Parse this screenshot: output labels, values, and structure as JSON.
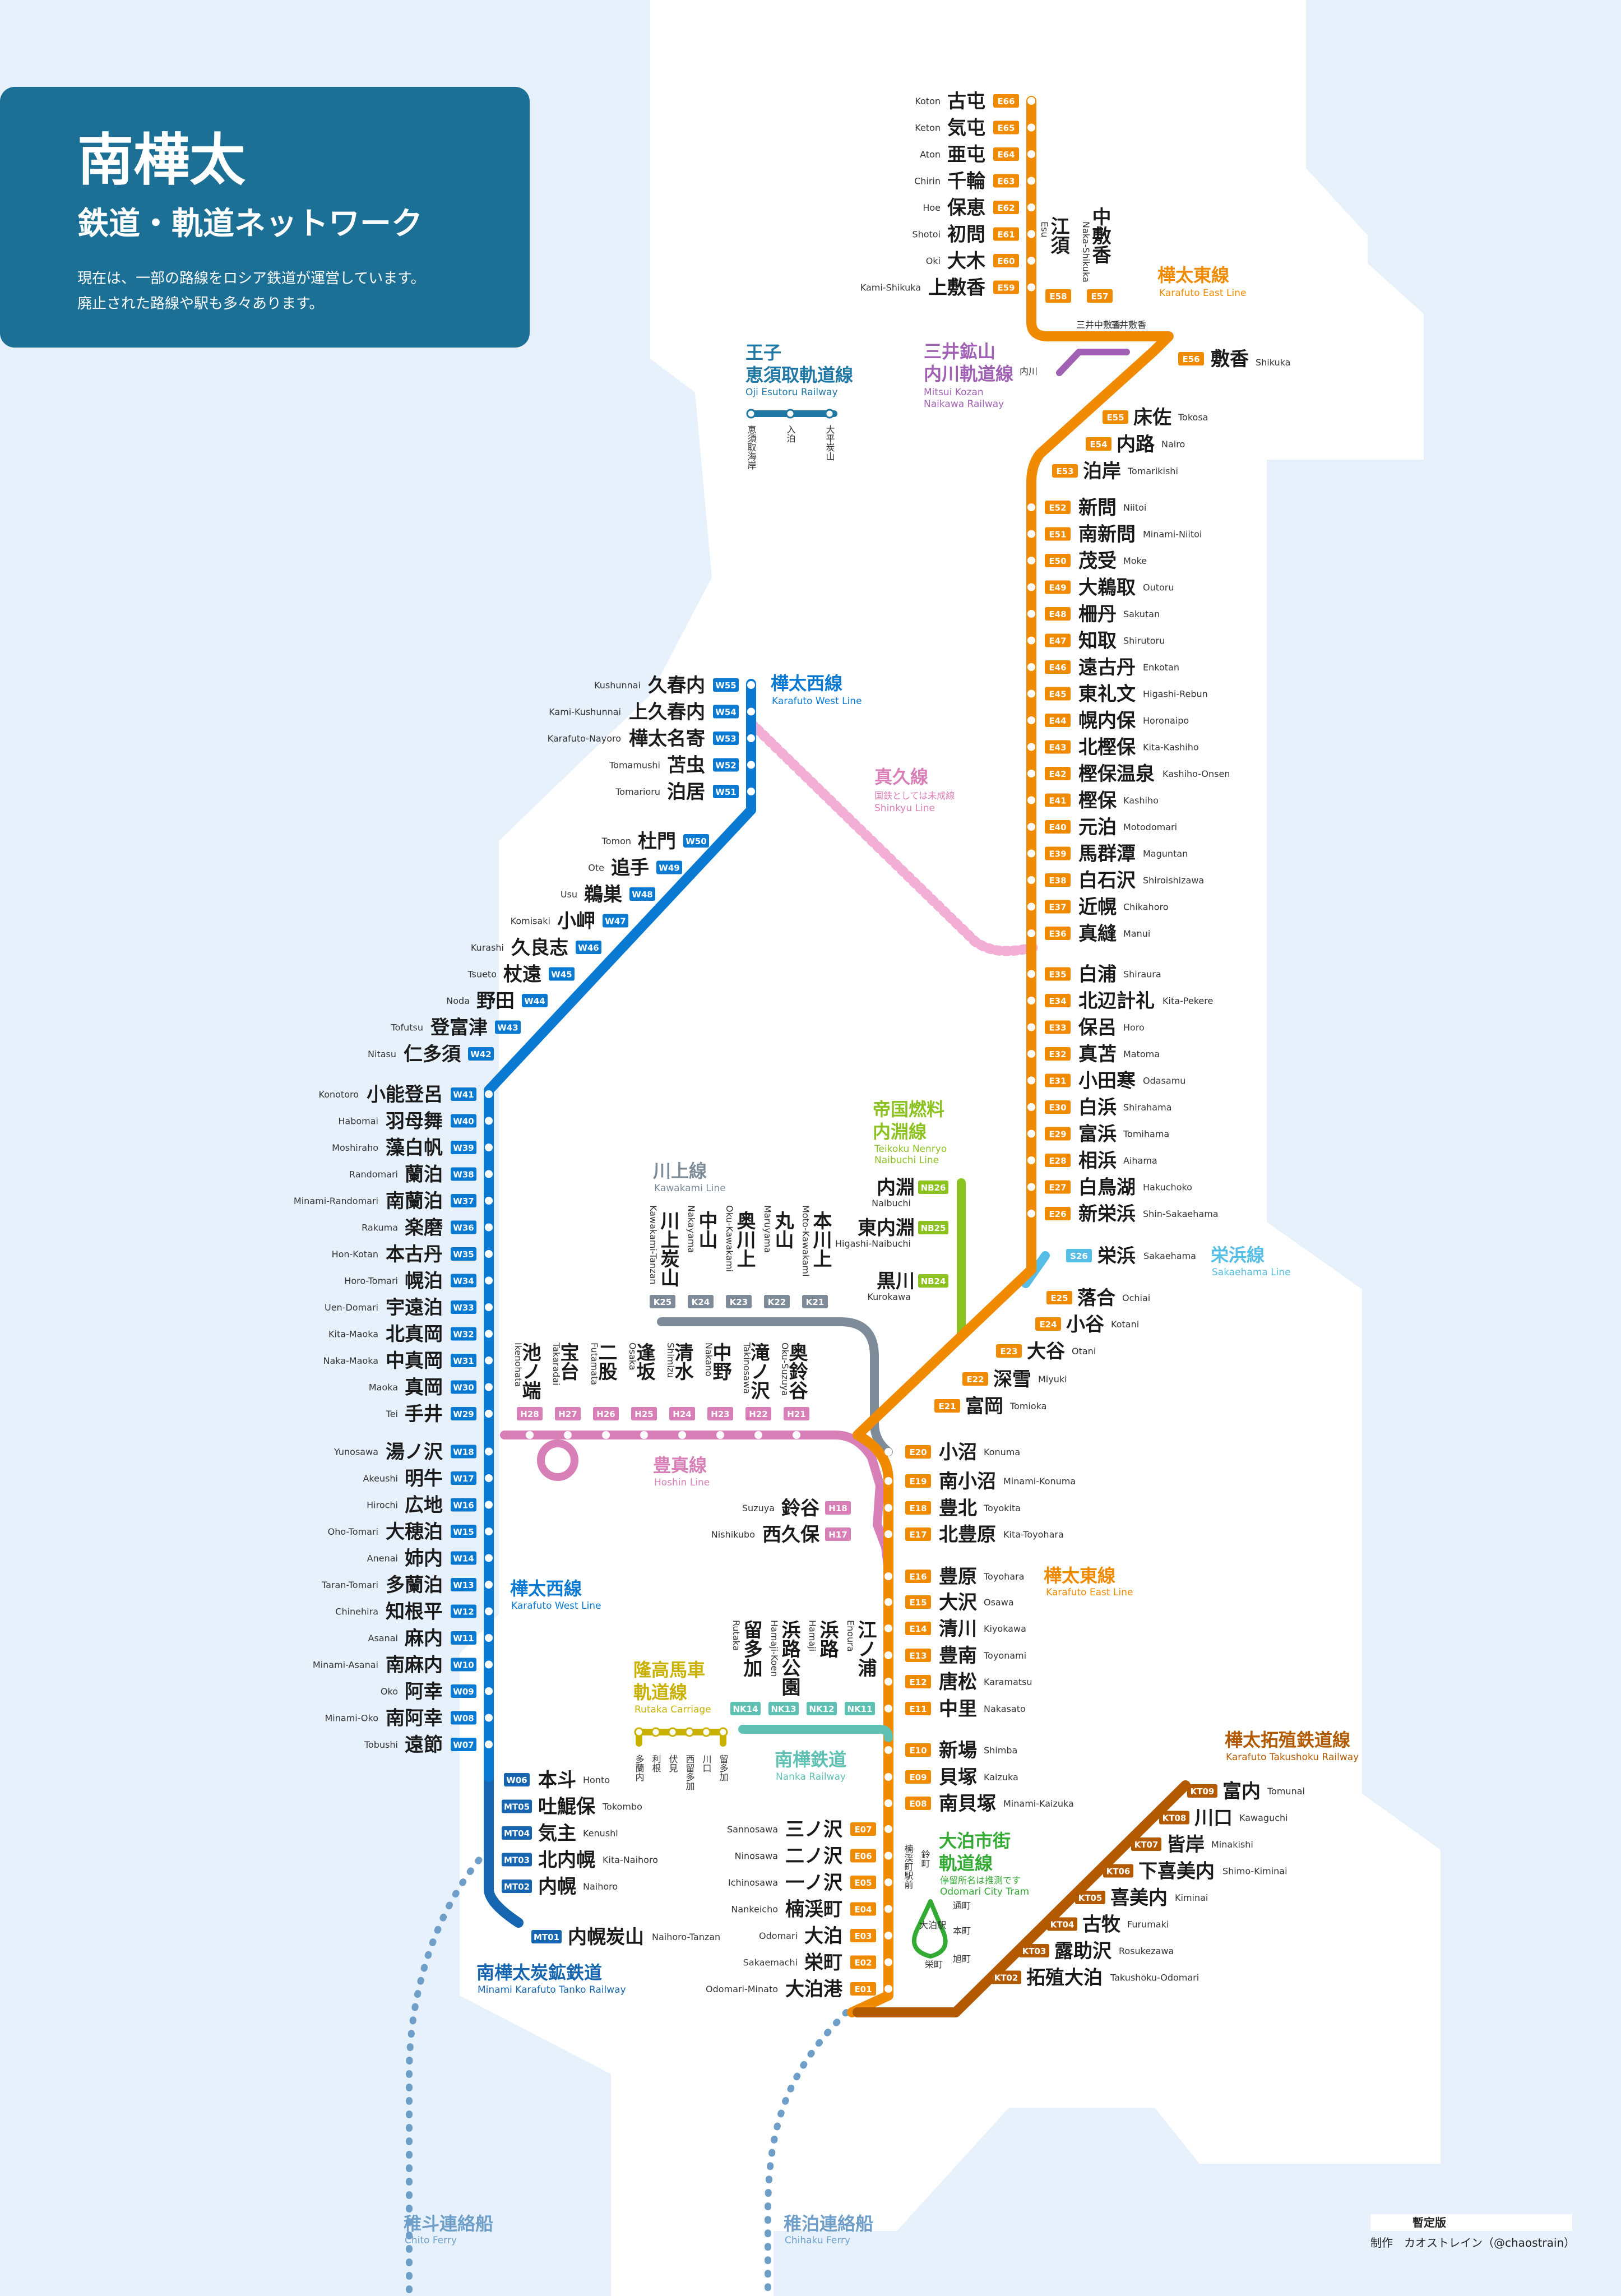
{
  "title": {
    "main": "南樺太",
    "sub": "鉄道・軌道ネットワーク",
    "note1": "現在は、一部の路線をロシア鉄道が運営しています。",
    "note2": "廃止された路線や駅も多々あります。"
  },
  "colors": {
    "land": "#ffffff",
    "sea": "#e6f1fb",
    "east": "#f08a00",
    "west": "#0a79d2",
    "takushoku": "#b35a00",
    "hoshin": "#d77fb6",
    "kawakami": "#7d8c98",
    "naibuchi": "#8cc21f",
    "sakaehama": "#55bde6",
    "rutaka": "#c9b100",
    "nanka": "#5fc1b3",
    "mitsui": "#a060b4",
    "oji": "#1f77a4",
    "tanko": "#1565b0",
    "tram": "#33aa33",
    "ferry": "#6f9fc9"
  },
  "lines": {
    "east_top": {
      "jp": "樺太東線",
      "en": "Karafuto East Line"
    },
    "east_bottom": {
      "jp": "樺太東線",
      "en": "Karafuto East Line"
    },
    "west_top": {
      "jp": "樺太西線",
      "en": "Karafuto West Line"
    },
    "west_bottom": {
      "jp": "樺太西線",
      "en": "Karafuto West Line"
    },
    "shinkyu": {
      "jp": "真久線",
      "sub": "国鉄としては未成線",
      "en": "Shinkyu Line"
    },
    "mitsui": {
      "jp1": "三井鉱山",
      "jp2": "内川軌道線",
      "en1": "Mitsui Kozan",
      "en2": "Naikawa Railway"
    },
    "oji": {
      "jp1": "王子",
      "jp2": "恵須取軌道線",
      "en": "Oji Esutoru Railway"
    },
    "naibuchi": {
      "jp1": "帝国燃料",
      "jp2": "内淵線",
      "en1": "Teikoku Nenryo",
      "en2": "Naibuchi Line"
    },
    "kawakami": {
      "jp": "川上線",
      "en": "Kawakami Line"
    },
    "sakaehama": {
      "jp": "栄浜線",
      "en": "Sakaehama Line"
    },
    "hoshin": {
      "jp": "豊真線",
      "en": "Hoshin Line"
    },
    "rutaka": {
      "jp1": "隆高馬車",
      "jp2": "軌道線",
      "en": "Rutaka Carriage"
    },
    "nanka": {
      "jp": "南樺鉄道",
      "en": "Nanka Railway"
    },
    "takushoku": {
      "jp": "樺太拓殖鉄道線",
      "en": "Karafuto Takushoku Railway"
    },
    "tanko": {
      "jp": "南樺太炭鉱鉄道",
      "en": "Minami Karafuto Tanko Railway"
    },
    "tram": {
      "jp1": "大泊市街",
      "jp2": "軌道線",
      "sub": "停留所名は推測です",
      "en": "Odomari City Tram"
    },
    "chito": {
      "jp": "稚斗連絡船",
      "en": "Chito Ferry"
    },
    "chihaku": {
      "jp": "稚泊連絡船",
      "en": "Chihaku Ferry"
    }
  },
  "east_north": [
    {
      "code": "E66",
      "jp": "古屯",
      "en": "Koton"
    },
    {
      "code": "E65",
      "jp": "気屯",
      "en": "Keton"
    },
    {
      "code": "E64",
      "jp": "亜屯",
      "en": "Aton"
    },
    {
      "code": "E63",
      "jp": "千輪",
      "en": "Chirin"
    },
    {
      "code": "E62",
      "jp": "保恵",
      "en": "Hoe"
    },
    {
      "code": "E61",
      "jp": "初問",
      "en": "Shotoi"
    },
    {
      "code": "E60",
      "jp": "大木",
      "en": "Oki"
    },
    {
      "code": "E59",
      "jp": "上敷香",
      "en": "Kami-Shikuka"
    }
  ],
  "east_vertical": [
    {
      "code": "E58",
      "jp": "江須",
      "en": "Esu"
    },
    {
      "code": "E57",
      "jp": "中敷香",
      "en": "Naka-Shikuka"
    }
  ],
  "east_main": [
    {
      "code": "E56",
      "jp": "敷香",
      "en": "Shikuka"
    },
    {
      "code": "E55",
      "jp": "床佐",
      "en": "Tokosa"
    },
    {
      "code": "E54",
      "jp": "内路",
      "en": "Nairo"
    },
    {
      "code": "E53",
      "jp": "泊岸",
      "en": "Tomarikishi"
    },
    {
      "code": "E52",
      "jp": "新問",
      "en": "Niitoi"
    },
    {
      "code": "E51",
      "jp": "南新問",
      "en": "Minami-Niitoi"
    },
    {
      "code": "E50",
      "jp": "茂受",
      "en": "Moke"
    },
    {
      "code": "E49",
      "jp": "大鵜取",
      "en": "Outoru"
    },
    {
      "code": "E48",
      "jp": "柵丹",
      "en": "Sakutan"
    },
    {
      "code": "E47",
      "jp": "知取",
      "en": "Shirutoru"
    },
    {
      "code": "E46",
      "jp": "遠古丹",
      "en": "Enkotan"
    },
    {
      "code": "E45",
      "jp": "東礼文",
      "en": "Higashi-Rebun"
    },
    {
      "code": "E44",
      "jp": "幌内保",
      "en": "Horonaipo"
    },
    {
      "code": "E43",
      "jp": "北樫保",
      "en": "Kita-Kashiho"
    },
    {
      "code": "E42",
      "jp": "樫保温泉",
      "en": "Kashiho-Onsen"
    },
    {
      "code": "E41",
      "jp": "樫保",
      "en": "Kashiho"
    },
    {
      "code": "E40",
      "jp": "元泊",
      "en": "Motodomari"
    },
    {
      "code": "E39",
      "jp": "馬群潭",
      "en": "Maguntan"
    },
    {
      "code": "E38",
      "jp": "白石沢",
      "en": "Shiroishizawa"
    },
    {
      "code": "E37",
      "jp": "近幌",
      "en": "Chikahoro"
    },
    {
      "code": "E36",
      "jp": "真縫",
      "en": "Manui"
    },
    {
      "code": "E35",
      "jp": "白浦",
      "en": "Shiraura"
    },
    {
      "code": "E34",
      "jp": "北辺計礼",
      "en": "Kita-Pekere"
    },
    {
      "code": "E33",
      "jp": "保呂",
      "en": "Horo"
    },
    {
      "code": "E32",
      "jp": "真苫",
      "en": "Matoma"
    },
    {
      "code": "E31",
      "jp": "小田寒",
      "en": "Odasamu"
    },
    {
      "code": "E30",
      "jp": "白浜",
      "en": "Shirahama"
    },
    {
      "code": "E29",
      "jp": "富浜",
      "en": "Tomihama"
    },
    {
      "code": "E28",
      "jp": "相浜",
      "en": "Aihama"
    },
    {
      "code": "E27",
      "jp": "白鳥湖",
      "en": "Hakuchoko"
    },
    {
      "code": "E26",
      "jp": "新栄浜",
      "en": "Shin-Sakaehama"
    }
  ],
  "east_south": [
    {
      "code": "E25",
      "jp": "落合",
      "en": "Ochiai"
    },
    {
      "code": "E24",
      "jp": "小谷",
      "en": "Kotani"
    },
    {
      "code": "E23",
      "jp": "大谷",
      "en": "Otani"
    },
    {
      "code": "E22",
      "jp": "深雪",
      "en": "Miyuki"
    },
    {
      "code": "E21",
      "jp": "富岡",
      "en": "Tomioka"
    }
  ],
  "east_lower": [
    {
      "code": "E20",
      "jp": "小沼",
      "en": "Konuma"
    },
    {
      "code": "E19",
      "jp": "南小沼",
      "en": "Minami-Konuma"
    },
    {
      "code": "E18",
      "jp": "豊北",
      "en": "Toyokita"
    },
    {
      "code": "E17",
      "jp": "北豊原",
      "en": "Kita-Toyohara"
    },
    {
      "code": "E16",
      "jp": "豊原",
      "en": "Toyohara"
    },
    {
      "code": "E15",
      "jp": "大沢",
      "en": "Osawa"
    },
    {
      "code": "E14",
      "jp": "清川",
      "en": "Kiyokawa"
    },
    {
      "code": "E13",
      "jp": "豊南",
      "en": "Toyonami"
    },
    {
      "code": "E12",
      "jp": "唐松",
      "en": "Karamatsu"
    },
    {
      "code": "E11",
      "jp": "中里",
      "en": "Nakasato"
    },
    {
      "code": "E10",
      "jp": "新場",
      "en": "Shimba"
    },
    {
      "code": "E09",
      "jp": "貝塚",
      "en": "Kaizuka"
    },
    {
      "code": "E08",
      "jp": "南貝塚",
      "en": "Minami-Kaizuka"
    }
  ],
  "east_end": [
    {
      "code": "E07",
      "jp": "三ノ沢",
      "en": "Sannosawa"
    },
    {
      "code": "E06",
      "jp": "二ノ沢",
      "en": "Ninosawa"
    },
    {
      "code": "E05",
      "jp": "一ノ沢",
      "en": "Ichinosawa"
    },
    {
      "code": "E04",
      "jp": "楠渓町",
      "en": "Nankeicho"
    },
    {
      "code": "E03",
      "jp": "大泊",
      "en": "Odomari"
    },
    {
      "code": "E02",
      "jp": "栄町",
      "en": "Sakaemachi"
    },
    {
      "code": "E01",
      "jp": "大泊港",
      "en": "Odomari-Minato"
    }
  ],
  "west_top": [
    {
      "code": "W55",
      "jp": "久春内",
      "en": "Kushunnai"
    },
    {
      "code": "W54",
      "jp": "上久春内",
      "en": "Kami-Kushunnai"
    },
    {
      "code": "W53",
      "jp": "樺太名寄",
      "en": "Karafuto-Nayoro"
    },
    {
      "code": "W52",
      "jp": "苫虫",
      "en": "Tomamushi"
    },
    {
      "code": "W51",
      "jp": "泊居",
      "en": "Tomarioru"
    }
  ],
  "west_diag": [
    {
      "code": "W50",
      "jp": "杜門",
      "en": "Tomon"
    },
    {
      "code": "W49",
      "jp": "追手",
      "en": "Ote"
    },
    {
      "code": "W48",
      "jp": "鵜巣",
      "en": "Usu"
    },
    {
      "code": "W47",
      "jp": "小岬",
      "en": "Komisaki"
    },
    {
      "code": "W46",
      "jp": "久良志",
      "en": "Kurashi"
    },
    {
      "code": "W45",
      "jp": "杖遠",
      "en": "Tsueto"
    },
    {
      "code": "W44",
      "jp": "野田",
      "en": "Noda"
    },
    {
      "code": "W43",
      "jp": "登富津",
      "en": "Tofutsu"
    },
    {
      "code": "W42",
      "jp": "仁多須",
      "en": "Nitasu"
    }
  ],
  "west_main": [
    {
      "code": "W41",
      "jp": "小能登呂",
      "en": "Konotoro"
    },
    {
      "code": "W40",
      "jp": "羽母舞",
      "en": "Habomai"
    },
    {
      "code": "W39",
      "jp": "藻白帆",
      "en": "Moshiraho"
    },
    {
      "code": "W38",
      "jp": "蘭泊",
      "en": "Randomari"
    },
    {
      "code": "W37",
      "jp": "南蘭泊",
      "en": "Minami-Randomari"
    },
    {
      "code": "W36",
      "jp": "楽磨",
      "en": "Rakuma"
    },
    {
      "code": "W35",
      "jp": "本古丹",
      "en": "Hon-Kotan"
    },
    {
      "code": "W34",
      "jp": "幌泊",
      "en": "Horo-Tomari"
    },
    {
      "code": "W33",
      "jp": "宇遠泊",
      "en": "Uen-Domari"
    },
    {
      "code": "W32",
      "jp": "北真岡",
      "en": "Kita-Maoka"
    },
    {
      "code": "W31",
      "jp": "中真岡",
      "en": "Naka-Maoka"
    },
    {
      "code": "W30",
      "jp": "真岡",
      "en": "Maoka"
    },
    {
      "code": "W29",
      "jp": "手井",
      "en": "Tei"
    },
    {
      "code": "W18",
      "jp": "湯ノ沢",
      "en": "Yunosawa"
    },
    {
      "code": "W17",
      "jp": "明牛",
      "en": "Akeushi"
    },
    {
      "code": "W16",
      "jp": "広地",
      "en": "Hirochi"
    },
    {
      "code": "W15",
      "jp": "大穂泊",
      "en": "Oho-Tomari"
    },
    {
      "code": "W14",
      "jp": "姉内",
      "en": "Anenai"
    },
    {
      "code": "W13",
      "jp": "多蘭泊",
      "en": "Taran-Tomari"
    },
    {
      "code": "W12",
      "jp": "知根平",
      "en": "Chinehira"
    },
    {
      "code": "W11",
      "jp": "麻内",
      "en": "Asanai"
    },
    {
      "code": "W10",
      "jp": "南麻内",
      "en": "Minami-Asanai"
    },
    {
      "code": "W09",
      "jp": "阿幸",
      "en": "Oko"
    },
    {
      "code": "W08",
      "jp": "南阿幸",
      "en": "Minami-Oko"
    },
    {
      "code": "W07",
      "jp": "遠節",
      "en": "Tobushi"
    }
  ],
  "tanko": [
    {
      "code": "W06",
      "jp": "本斗",
      "en": "Honto"
    },
    {
      "code": "MT05",
      "jp": "吐鯤保",
      "en": "Tokombo"
    },
    {
      "code": "MT04",
      "jp": "気主",
      "en": "Kenushi"
    },
    {
      "code": "MT03",
      "jp": "北内幌",
      "en": "Kita-Naihoro"
    },
    {
      "code": "MT02",
      "jp": "内幌",
      "en": "Naihoro"
    },
    {
      "code": "MT01",
      "jp": "内幌炭山",
      "en": "Naihoro-Tanzan"
    }
  ],
  "takushoku": [
    {
      "code": "KT09",
      "jp": "富内",
      "en": "Tomunai"
    },
    {
      "code": "KT08",
      "jp": "川口",
      "en": "Kawaguchi"
    },
    {
      "code": "KT07",
      "jp": "皆岸",
      "en": "Minakishi"
    },
    {
      "code": "KT06",
      "jp": "下喜美内",
      "en": "Shimo-Kiminai"
    },
    {
      "code": "KT05",
      "jp": "喜美内",
      "en": "Kiminai"
    },
    {
      "code": "KT04",
      "jp": "古牧",
      "en": "Furumaki"
    },
    {
      "code": "KT03",
      "jp": "露助沢",
      "en": "Rosukezawa"
    },
    {
      "code": "KT02",
      "jp": "拓殖大泊",
      "en": "Takushoku-Odomari"
    }
  ],
  "hoshin": [
    {
      "code": "H28",
      "jp": "池ノ端",
      "en": "Ikenohata"
    },
    {
      "code": "H27",
      "jp": "宝台",
      "en": "Takaradai"
    },
    {
      "code": "H26",
      "jp": "二股",
      "en": "Futamata"
    },
    {
      "code": "H25",
      "jp": "逢坂",
      "en": "Osaka"
    },
    {
      "code": "H24",
      "jp": "清水",
      "en": "Shimizu"
    },
    {
      "code": "H23",
      "jp": "中野",
      "en": "Nakano"
    },
    {
      "code": "H22",
      "jp": "滝ノ沢",
      "en": "Takinosawa"
    },
    {
      "code": "H21",
      "jp": "奥鈴谷",
      "en": "Oku-Suzuya"
    }
  ],
  "hoshin_lower": [
    {
      "code": "H18",
      "jp": "鈴谷",
      "en": "Suzuya"
    },
    {
      "code": "H17",
      "jp": "西久保",
      "en": "Nishikubo"
    }
  ],
  "kawakami": [
    {
      "code": "K25",
      "jp": "川上炭山",
      "en": "Kawakami-Tanzan"
    },
    {
      "code": "K24",
      "jp": "中山",
      "en": "Nakayama"
    },
    {
      "code": "K23",
      "jp": "奥川上",
      "en": "Oku-Kawakami"
    },
    {
      "code": "K22",
      "jp": "丸山",
      "en": "Maruyama"
    },
    {
      "code": "K21",
      "jp": "本川上",
      "en": "Moto-Kawakami"
    }
  ],
  "naibuchi": [
    {
      "code": "NB26",
      "jp": "内淵",
      "en": "Naibuchi"
    },
    {
      "code": "NB25",
      "jp": "東内淵",
      "en": "Higashi-Naibuchi"
    },
    {
      "code": "NB24",
      "jp": "黒川",
      "en": "Kurokawa"
    }
  ],
  "sakaehama": {
    "code": "S26",
    "jp": "栄浜",
    "en": "Sakaehama"
  },
  "nanka": [
    {
      "code": "NK14",
      "jp": "留多加",
      "en": "Rutaka"
    },
    {
      "code": "NK13",
      "jp": "浜路公園",
      "en": "Hamaji-Koen"
    },
    {
      "code": "NK12",
      "jp": "浜路",
      "en": "Hamaji"
    },
    {
      "code": "NK11",
      "jp": "江ノ浦",
      "en": "Enoura"
    }
  ],
  "rutaka": [
    "多蘭内",
    "利根",
    "伏見",
    "西留多加",
    "川口",
    "留多加"
  ],
  "mitsui": [
    "内川",
    "三井中敷香",
    "三井敷香"
  ],
  "oji": [
    "恵須取海岸",
    "入泊",
    "大平炭山"
  ],
  "tram": [
    "楠渓町駅前",
    "鈴町",
    "通町",
    "本町",
    "大泊駅",
    "旭町",
    "栄町"
  ],
  "footer": {
    "edition": "暫定版",
    "credit": "制作　カオストレイン（@chaostrain）"
  }
}
